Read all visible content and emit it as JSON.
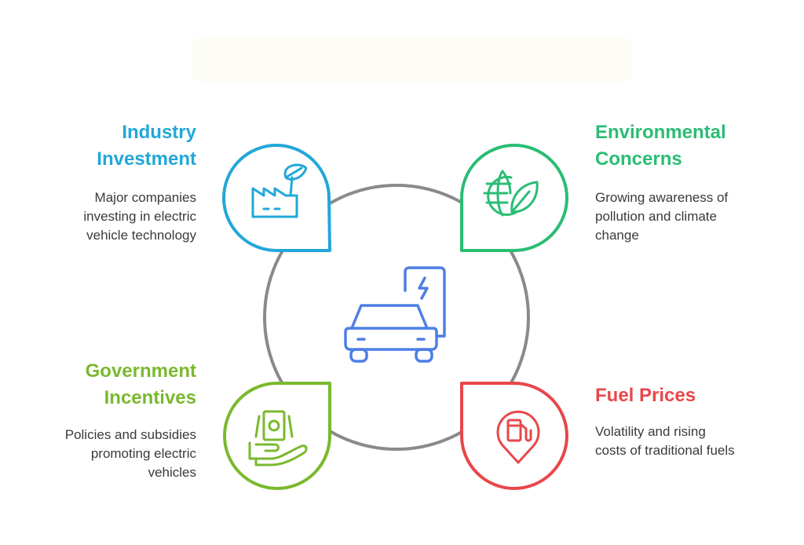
{
  "colors": {
    "industry": "#22a7d8",
    "environment": "#2bbd74",
    "government": "#7ab92e",
    "fuel": "#e8474b",
    "ring": "#8a8a8a",
    "car": "#4d7fe5"
  },
  "blocks": {
    "industry": {
      "title": "Industry\nInvestment",
      "description": "Major companies\ninvesting in electric\nvehicle technology",
      "icon": "factory-leaf-icon"
    },
    "environment": {
      "title": "Environmental\nConcerns",
      "description": "Growing awareness of\npollution and climate\nchange",
      "icon": "globe-leaf-icon"
    },
    "government": {
      "title": "Government\nIncentives",
      "description": "Policies and subsidies\npromoting electric\nvehicles",
      "icon": "money-hand-icon"
    },
    "fuel": {
      "title": "Fuel Prices",
      "description": "Volatility and rising\ncosts of traditional fuels",
      "icon": "fuel-pump-icon"
    }
  },
  "center_icon": "electric-car-charger-icon"
}
